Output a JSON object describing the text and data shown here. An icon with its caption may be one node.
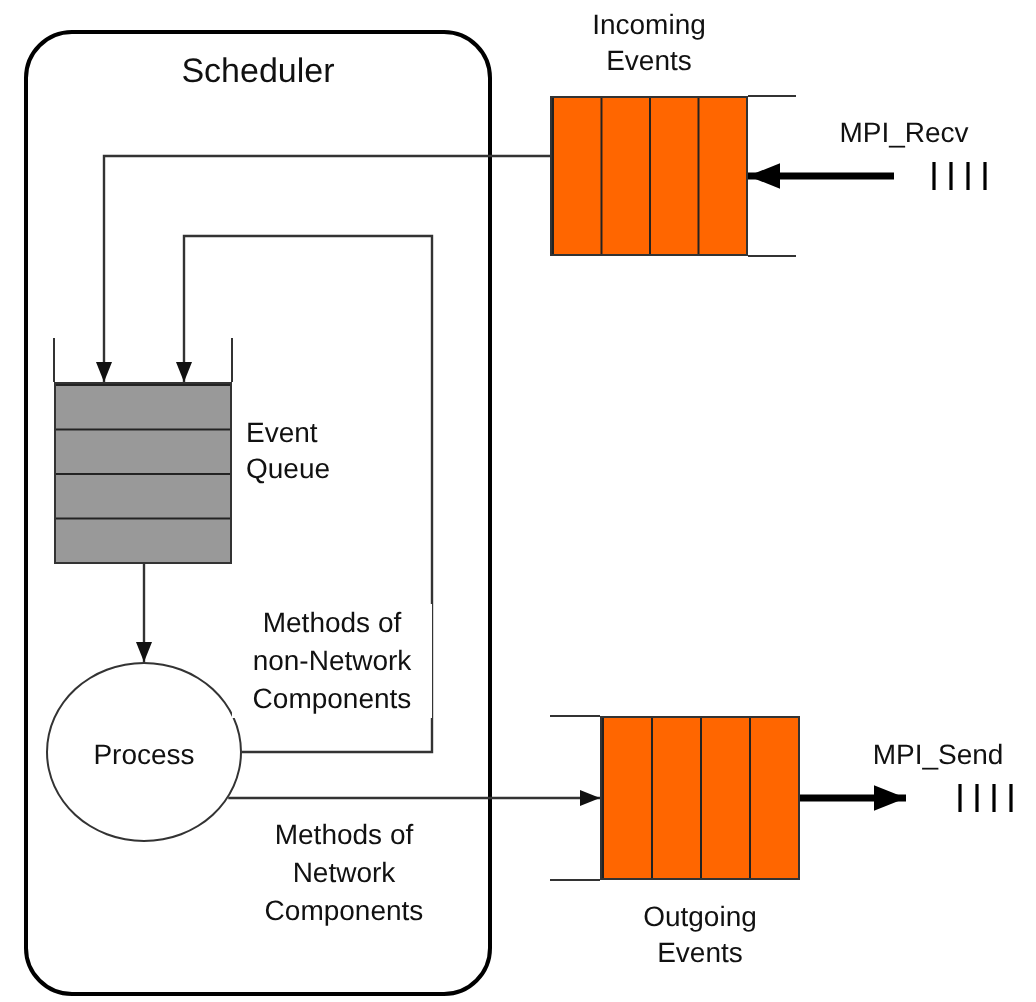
{
  "diagram": {
    "nodes": [
      {
        "text": [
          "Scheduler"
        ]
      },
      {
        "text": [
          "Incoming Events"
        ]
      },
      {
        "text": [
          "Event Queue"
        ],
        "in": 0
      },
      {
        "text": [
          "Process"
        ],
        "in": 0
      },
      {
        "text": [
          "Outgoing Events"
        ]
      }
    ],
    "edges": [
      {
        "from": 1,
        "to": 2,
        "arrow": "to"
      },
      {
        "from": 3,
        "to": 2,
        "arrow": "to",
        "label": "Methods of non-Network Components"
      },
      {
        "from": 2,
        "to": 3,
        "arrow": "to"
      },
      {
        "from": 3,
        "to": 4,
        "arrow": "to",
        "label": "Methods of Network Components"
      },
      {
        "from": null,
        "to": 1,
        "arrow": "to",
        "style": "thick",
        "label": "MPI_Recv"
      },
      {
        "from": 4,
        "to": null,
        "arrow": "to",
        "style": "thick",
        "label": "MPI_Send"
      }
    ]
  }
}
